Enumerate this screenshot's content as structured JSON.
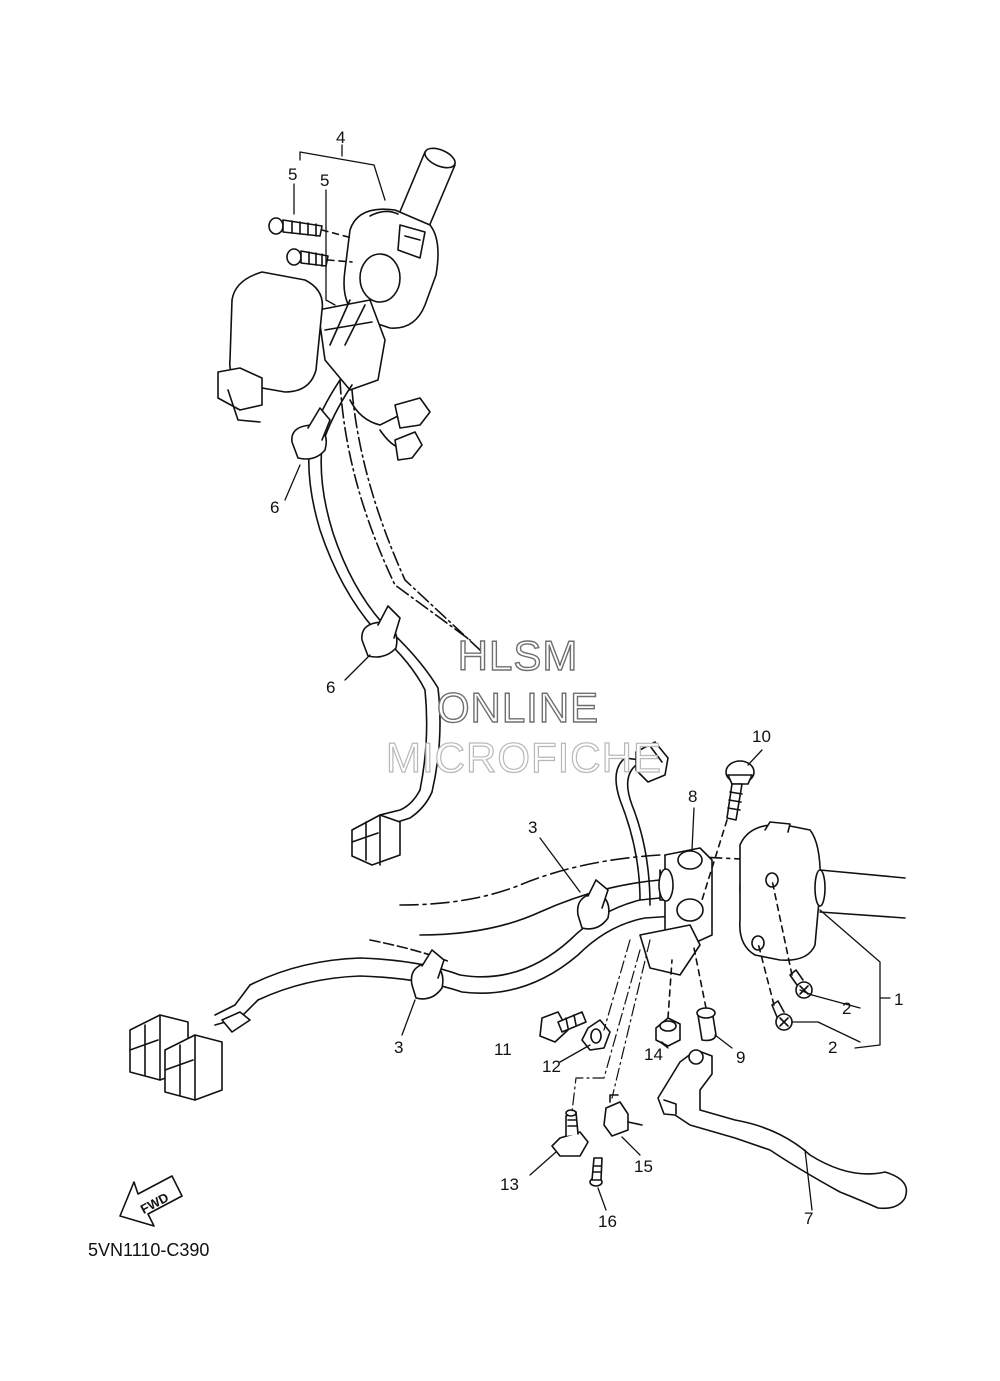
{
  "watermark": {
    "line1": "HLSM",
    "line2": "ONLINE",
    "line3": "MICROFICHE"
  },
  "diagram_code": "5VN1110-C390",
  "fwd_label": "FWD",
  "callouts": {
    "c1": "1",
    "c2a": "2",
    "c2b": "2",
    "c3a": "3",
    "c3b": "3",
    "c4": "4",
    "c5a": "5",
    "c5b": "5",
    "c6a": "6",
    "c6b": "6",
    "c7": "7",
    "c8": "8",
    "c9": "9",
    "c10": "10",
    "c11": "11",
    "c12": "12",
    "c13": "13",
    "c14": "14",
    "c15": "15",
    "c16": "16"
  }
}
